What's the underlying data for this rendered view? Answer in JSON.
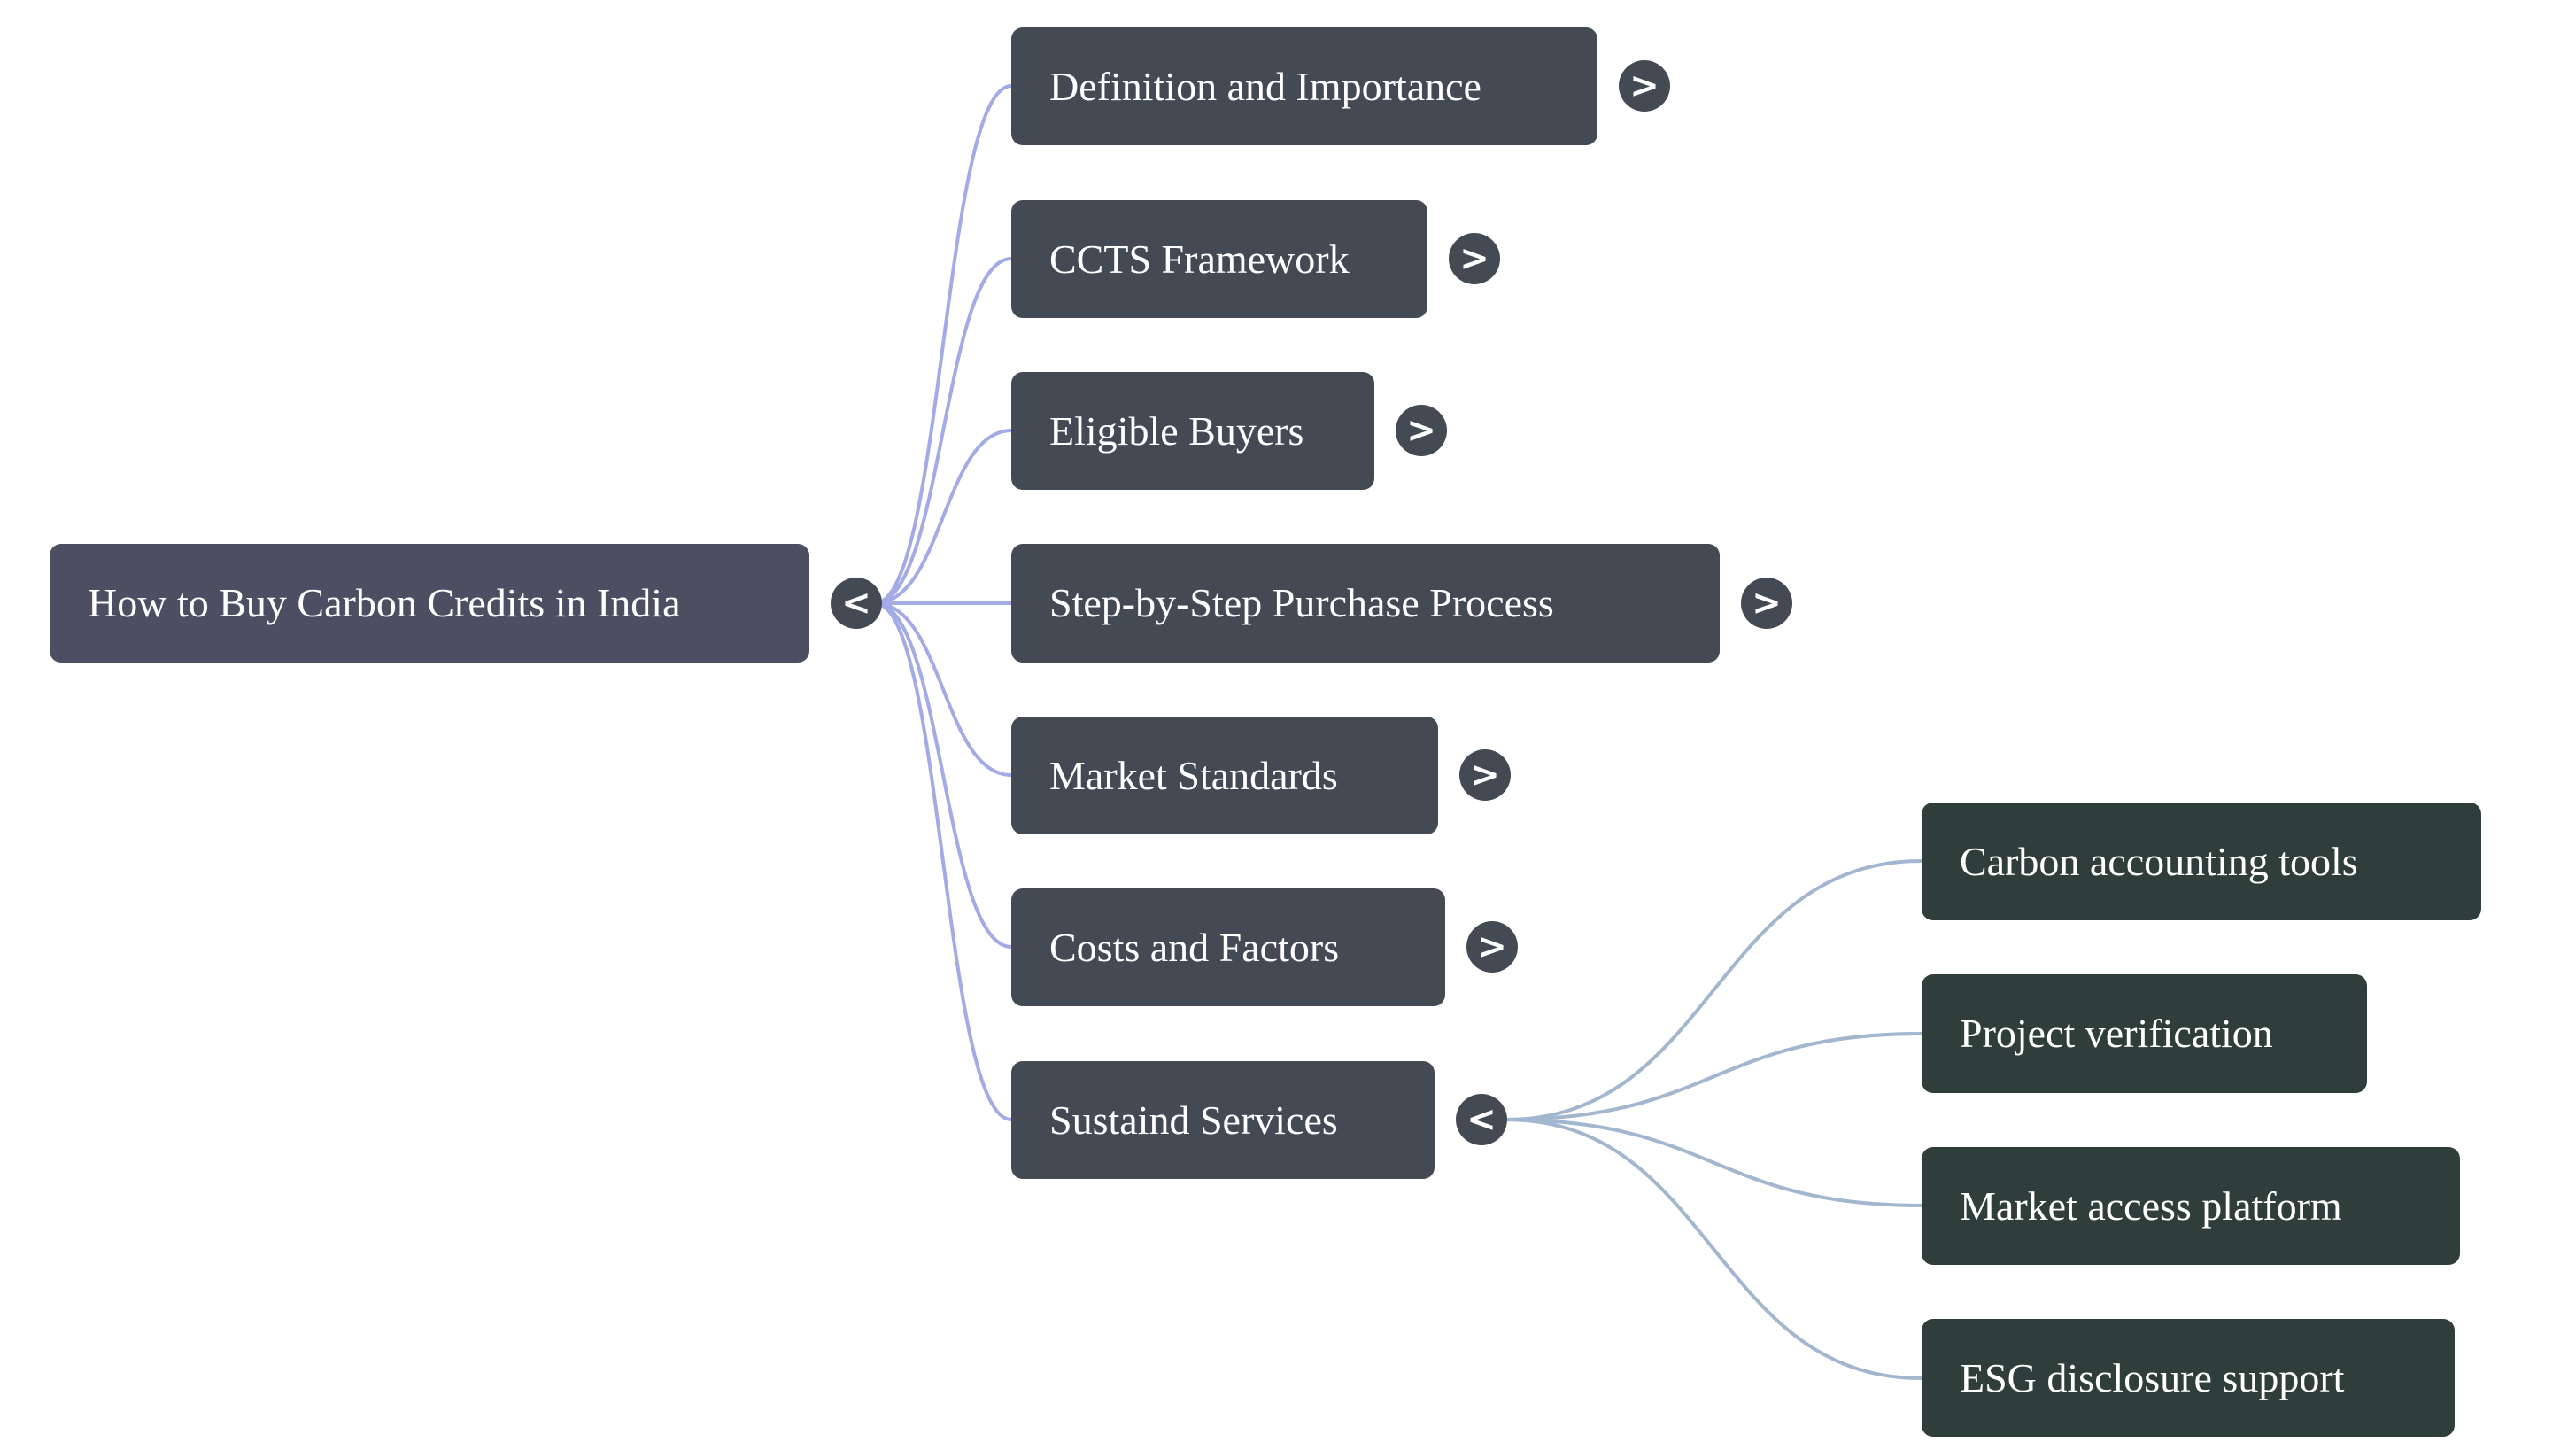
{
  "mindmap": {
    "root": {
      "label": "How to Buy Carbon Credits in India",
      "toggle": "<"
    },
    "branches": [
      {
        "label": "Definition and Importance",
        "toggle": ">"
      },
      {
        "label": "CCTS Framework",
        "toggle": ">"
      },
      {
        "label": "Eligible Buyers",
        "toggle": ">"
      },
      {
        "label": "Step-by-Step Purchase Process",
        "toggle": ">"
      },
      {
        "label": "Market Standards",
        "toggle": ">"
      },
      {
        "label": "Costs and Factors",
        "toggle": ">"
      },
      {
        "label": "Sustaind Services",
        "toggle": "<",
        "children": [
          {
            "label": "Carbon accounting tools"
          },
          {
            "label": "Project verification"
          },
          {
            "label": "Market access platform"
          },
          {
            "label": "ESG disclosure support"
          }
        ]
      }
    ],
    "colors": {
      "root_fill": "#4c4e61",
      "branch_fill": "#434a54",
      "leaf_fill": "#2f3e3a",
      "root_links": "#a3abe6",
      "leaf_links": "#a3b6d0",
      "text": "#ffffff"
    }
  }
}
